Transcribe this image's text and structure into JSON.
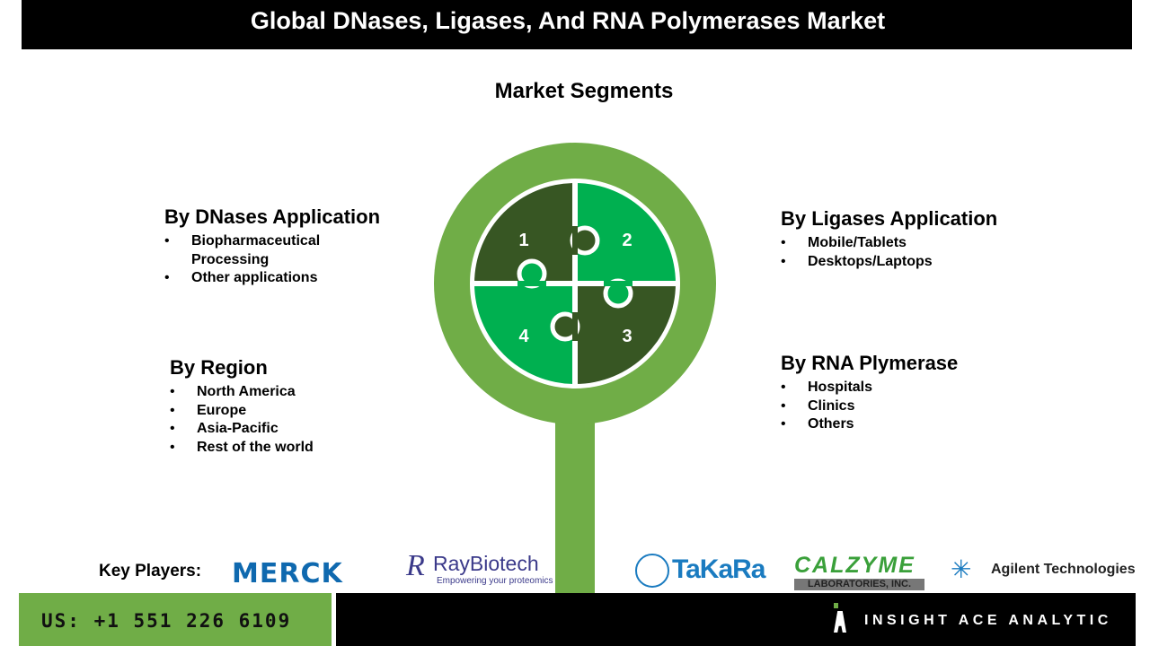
{
  "title": "Global DNases, Ligases, And RNA Polymerases Market",
  "subtitle": "Market Segments",
  "segments": [
    {
      "heading": "By DNases Application",
      "items": [
        "Biopharmaceutical Processing",
        "Other applications"
      ]
    },
    {
      "heading": "By Ligases Application",
      "items": [
        "Mobile/Tablets",
        "Desktops/Laptops"
      ]
    },
    {
      "heading": "By RNA Plymerase",
      "items": [
        "Hospitals",
        "Clinics",
        "Others"
      ]
    },
    {
      "heading": "By Region",
      "items": [
        "North America",
        "Europe",
        "Asia-Pacific",
        "Rest of the world"
      ]
    }
  ],
  "puzzle": {
    "pieces": [
      "1",
      "2",
      "3",
      "4"
    ]
  },
  "key_players": {
    "label": "Key Players:",
    "logos": [
      "MERCK",
      "RayBiotech",
      "Empowering your proteomics",
      "TaKaRa",
      "CALZYME",
      "LABORATORIES, INC.",
      "Agilent Technologies"
    ]
  },
  "footer": {
    "phone": "US: +1 551 226 6109",
    "brand": "INSIGHT ACE ANALYTIC"
  },
  "colors": {
    "ring": "#70ad47",
    "dark": "#375623",
    "bright": "#00b050"
  }
}
